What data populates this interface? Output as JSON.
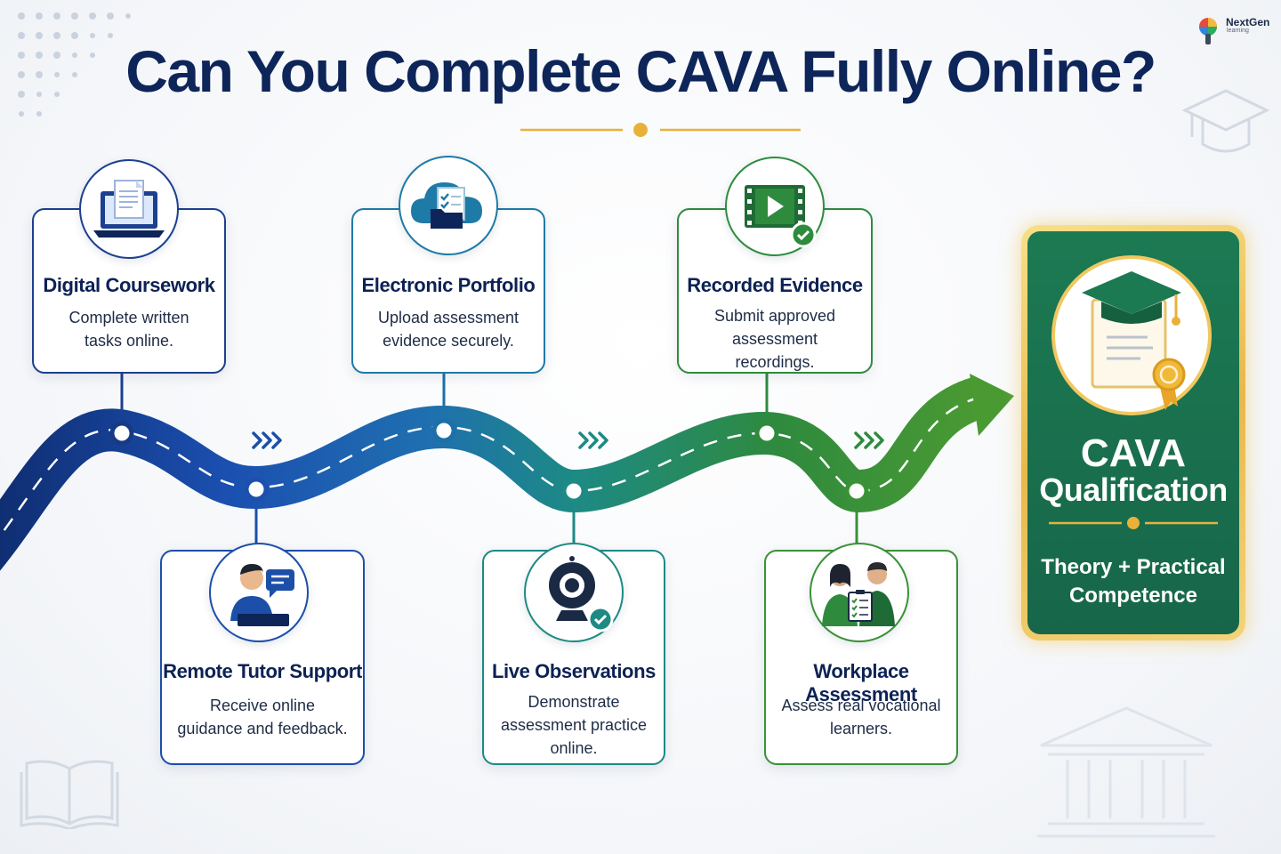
{
  "title": "Can You Complete CAVA Fully Online?",
  "brand": {
    "name": "NextGen",
    "sub": "learning"
  },
  "colors": {
    "navy": "#0d2559",
    "blue": "#1c3f8f",
    "teal": "#1f8a8a",
    "green": "#2e8b3e",
    "gold": "#e8b23a",
    "cava_green": "#1c7a52"
  },
  "steps": [
    {
      "title": "Digital Coursework",
      "description_lines": [
        "Complete written",
        "tasks online."
      ],
      "icon": "laptop-document-icon"
    },
    {
      "title": "Remote Tutor Support",
      "description_lines": [
        "Receive online",
        "guidance and feedback."
      ],
      "icon": "tutor-chat-icon"
    },
    {
      "title": "Electronic Portfolio",
      "description_lines": [
        "Upload assessment",
        "evidence securely."
      ],
      "icon": "cloud-folder-icon"
    },
    {
      "title": "Live Observations",
      "description_lines": [
        "Demonstrate",
        "assessment practice",
        "online."
      ],
      "icon": "webcam-check-icon"
    },
    {
      "title": "Recorded Evidence",
      "description_lines": [
        "Submit approved",
        "assessment recordings."
      ],
      "icon": "video-check-icon"
    },
    {
      "title": "Workplace Assessment",
      "description_lines": [
        "Assess real vocational",
        "learners."
      ],
      "icon": "assessor-clipboard-icon"
    }
  ],
  "result": {
    "title": "CAVA",
    "subtitle": "Qualification",
    "tagline_lines": [
      "Theory + Practical",
      "Competence"
    ],
    "icon": "certificate-graduation-icon"
  }
}
